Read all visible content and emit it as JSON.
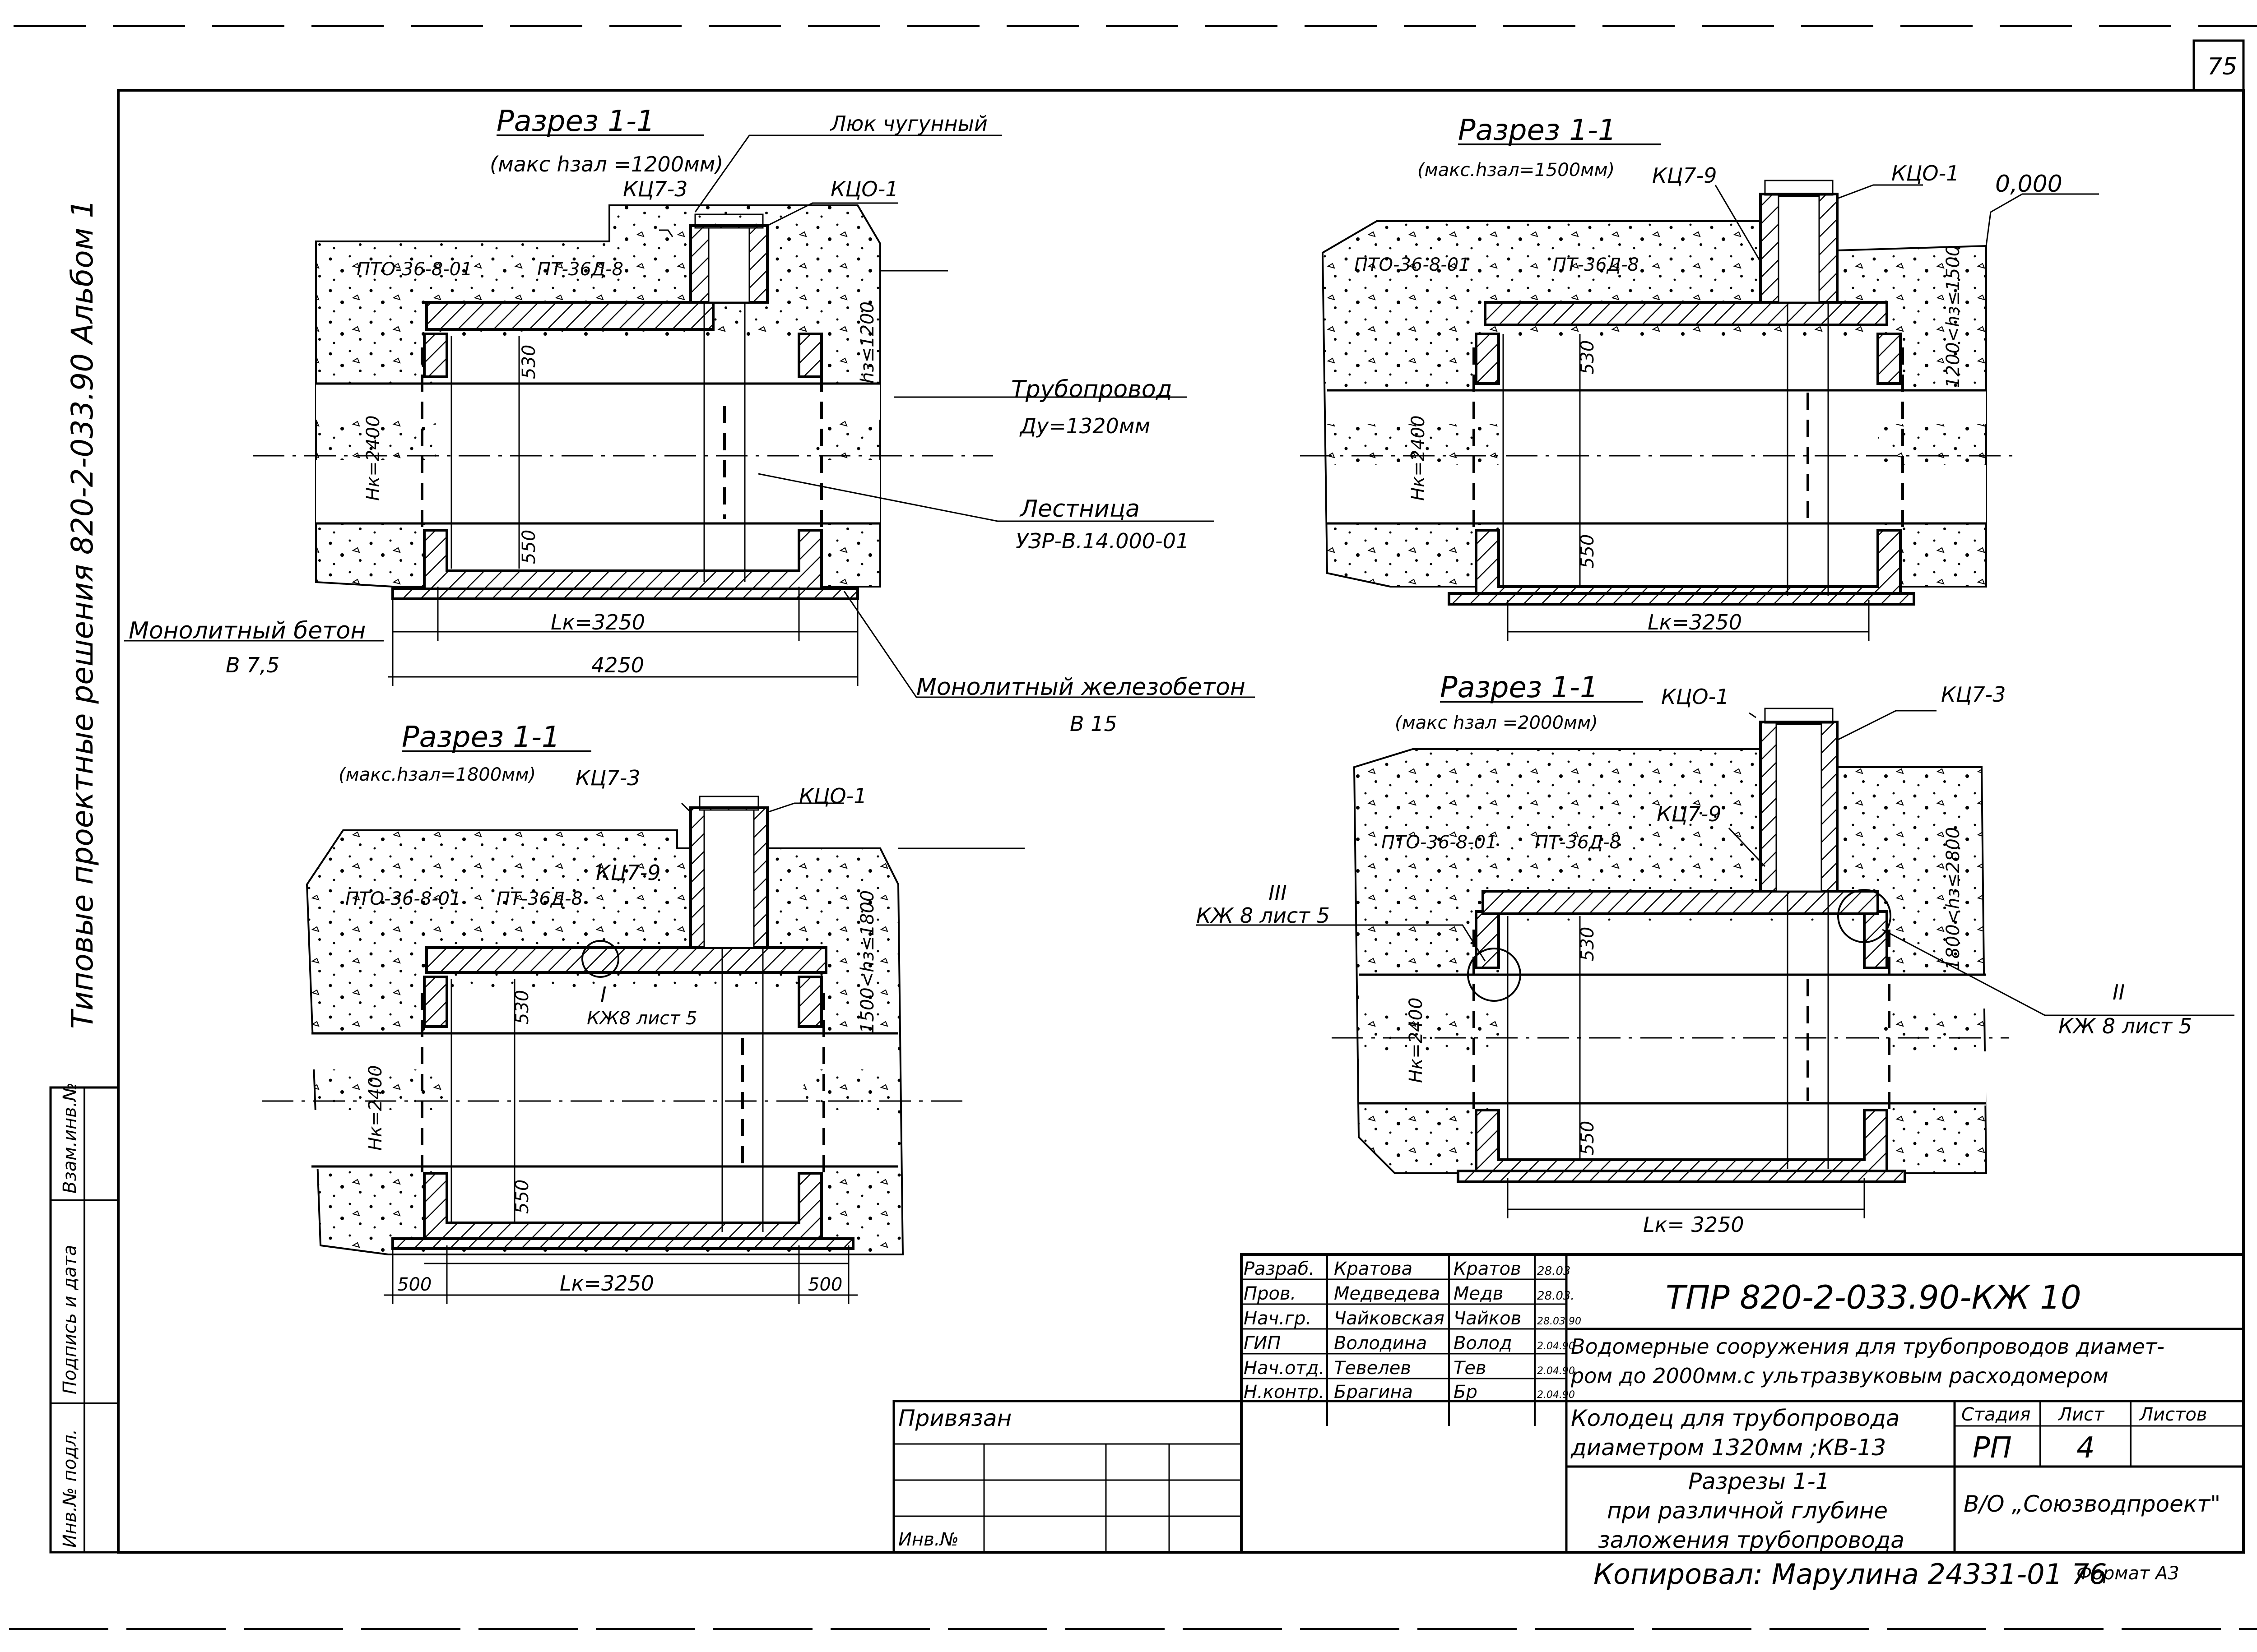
{
  "sheet": {
    "page_number": "75",
    "side_text": "Типовые проектные решения 820-2-033.90   Альбом 1",
    "copied_by": "Копировал: Марулина 24331-01 76",
    "format": "Формат А3"
  },
  "left_stamp": {
    "cells": [
      "Инв.№ подл.",
      "Подпись и дата",
      "Взам.инв.№"
    ]
  },
  "section_a": {
    "title": "Разрез 1-1",
    "subtitle": "(макс hзал =1200мм)",
    "labels": {
      "luk": "Люк чугунный",
      "kc7_3": "КЦ7-3",
      "kco_1": "КЦО-1",
      "pto": "ПТО-36-8-01",
      "pt": "ПТ-36Д-8",
      "pipeline": "Трубопровод",
      "dy": "Ду=1320мм",
      "ladder": "Лестница",
      "ladder_code": "УЗР-В.14.000-01",
      "mono_concrete": "Монолитный бетон",
      "mono_concrete_grade": "В 7,5",
      "mono_rc": "Монолитный железобетон",
      "mono_rc_grade": "В 15",
      "hk": "Hк=2400",
      "d530": "530",
      "d550": "550",
      "lk": "Lк=3250",
      "w4250": "4250",
      "hz": "hз≤1200"
    }
  },
  "section_b": {
    "title": "Разрез 1-1",
    "subtitle": "(макс.hзал=1500мм)",
    "labels": {
      "kc7_9": "КЦ7-9",
      "kco_1": "КЦО-1",
      "level": "0,000",
      "pto": "ПТО-36-8-01",
      "pt": "ПТ-36Д-8",
      "hz": "1200<hз≤1500",
      "hk": "Hк=2400",
      "d530": "530",
      "d550": "550",
      "lk": "Lк=3250"
    }
  },
  "section_c": {
    "title": "Разрез 1-1",
    "subtitle": "(макс.hзал=1800мм)",
    "labels": {
      "kc7_3": "КЦ7-3",
      "kco_1": "КЦО-1",
      "kc7_9": "КЦ7-9",
      "pto": "ПТО-36-8-01",
      "pt": "ПТ-36Д-8",
      "node": "I",
      "node_ref": "КЖ8 лист 5",
      "hz": "1500<hз≤1800",
      "hk": "Hк=2400",
      "d530": "530",
      "d550": "550",
      "lk": "Lк=3250",
      "w500_l": "500",
      "w500_r": "500"
    }
  },
  "section_d": {
    "title": "Разрез 1-1",
    "subtitle": "(макс hзал =2000мм)",
    "labels": {
      "kco_1": "КЦО-1",
      "kc7_3": "КЦ7-3",
      "kc7_9": "КЦ7-9",
      "pto": "ПТО-36-8-01",
      "pt": "ПТ-36Д-8",
      "node3": "III",
      "node3_ref": "КЖ 8 лист 5",
      "node2": "II",
      "node2_ref": "КЖ 8 лист 5",
      "hz": "1800<hз≤2800",
      "hk": "Hк=2400",
      "d530": "530",
      "d550": "550",
      "lk": "Lк= 3250"
    }
  },
  "title_block": {
    "doc_code": "ТПР 820-2-033.90-КЖ 10",
    "signers": [
      {
        "role": "Разраб.",
        "name": "Кратова",
        "sign": "Кратов",
        "date": "28.03"
      },
      {
        "role": "Пров.",
        "name": "Медведева",
        "sign": "Медв",
        "date": "28.03."
      },
      {
        "role": "Нач.гр.",
        "name": "Чайковская",
        "sign": "Чайков",
        "date": "28.03.90"
      },
      {
        "role": "ГИП",
        "name": "Володина",
        "sign": "Волод",
        "date": "2.04.90"
      },
      {
        "role": "Нач.отд.",
        "name": "Тевелев",
        "sign": "Тев",
        "date": "2.04.90"
      },
      {
        "role": "Н.контр.",
        "name": "Брагина",
        "sign": "Бр",
        "date": "2.04.90"
      }
    ],
    "project_line1": "Водомерные сооружения для трубопроводов диамет-",
    "project_line2": "ром до 2000мм.с ультразвуковым расходомером",
    "drawing_line1": "Колодец для трубопровода",
    "drawing_line2": "диаметром 1320мм ;КВ-13",
    "sheet_line1": "Разрезы 1-1",
    "sheet_line2": "при различной глубине",
    "sheet_line3": "заложения трубопровода",
    "stage_header": "Стадия",
    "list_header": "Лист",
    "lists_header": "Листов",
    "stage": "РП",
    "list": "4",
    "lists": "",
    "org": "В/О „Союзводпроект\"",
    "bound": "Привязан",
    "inv": "Инв.№"
  }
}
